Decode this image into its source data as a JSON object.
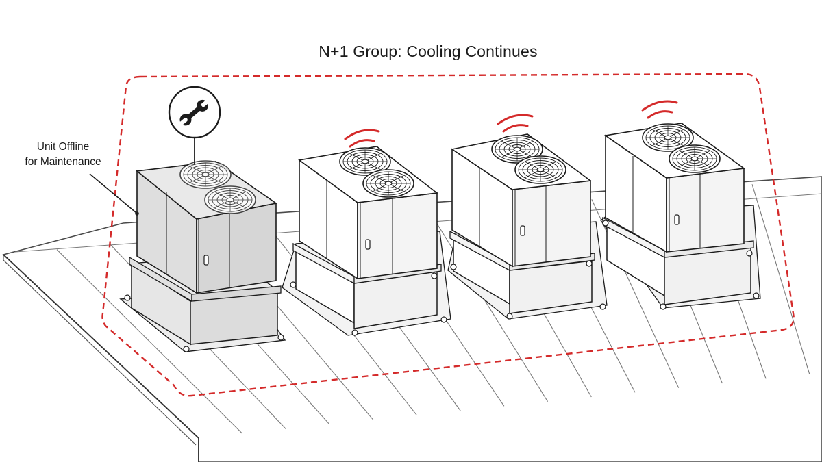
{
  "title": "N+1 Group: Cooling Continues",
  "callout": {
    "line1": "Unit Offline",
    "line2": "for Maintenance"
  },
  "units": [
    {
      "id": "unit-1",
      "status": "offline",
      "icon": "wrench-icon"
    },
    {
      "id": "unit-2",
      "status": "running",
      "icon": "airflow-signal-icon"
    },
    {
      "id": "unit-3",
      "status": "running",
      "icon": "airflow-signal-icon"
    },
    {
      "id": "unit-4",
      "status": "running",
      "icon": "airflow-signal-icon"
    }
  ],
  "colors": {
    "group_boundary": "#d42a2a",
    "status_signal": "#d42a2a",
    "offline_unit_fill": "#e3e3e3",
    "running_unit_fill": "#ffffff",
    "outline": "#1c1c1c",
    "roof_line": "#6a6a6a"
  }
}
